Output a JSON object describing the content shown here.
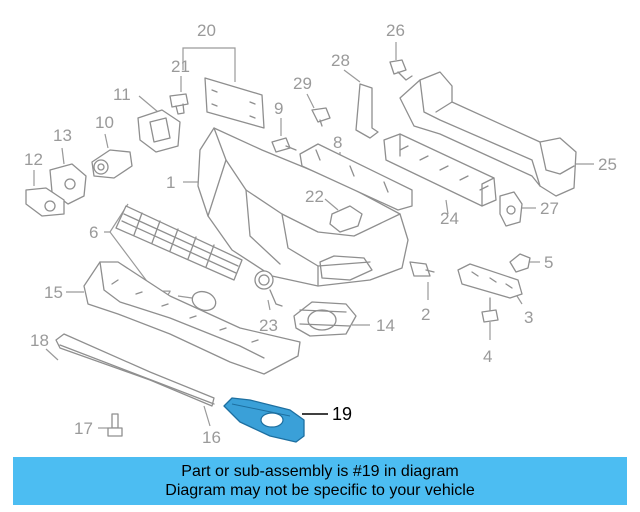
{
  "diagram": {
    "highlight_color": "#3aa0d8",
    "callouts": [
      "1",
      "2",
      "3",
      "4",
      "5",
      "6",
      "7",
      "8",
      "9",
      "10",
      "11",
      "12",
      "13",
      "14",
      "15",
      "16",
      "17",
      "18",
      "19",
      "20",
      "21",
      "22",
      "23",
      "24",
      "25",
      "26",
      "27",
      "28",
      "29"
    ],
    "highlighted": "19"
  },
  "footer": {
    "background": "#4cbdf2",
    "line1": "Part or sub-assembly is #19 in diagram",
    "line2": "Diagram may not be specific to your vehicle"
  }
}
